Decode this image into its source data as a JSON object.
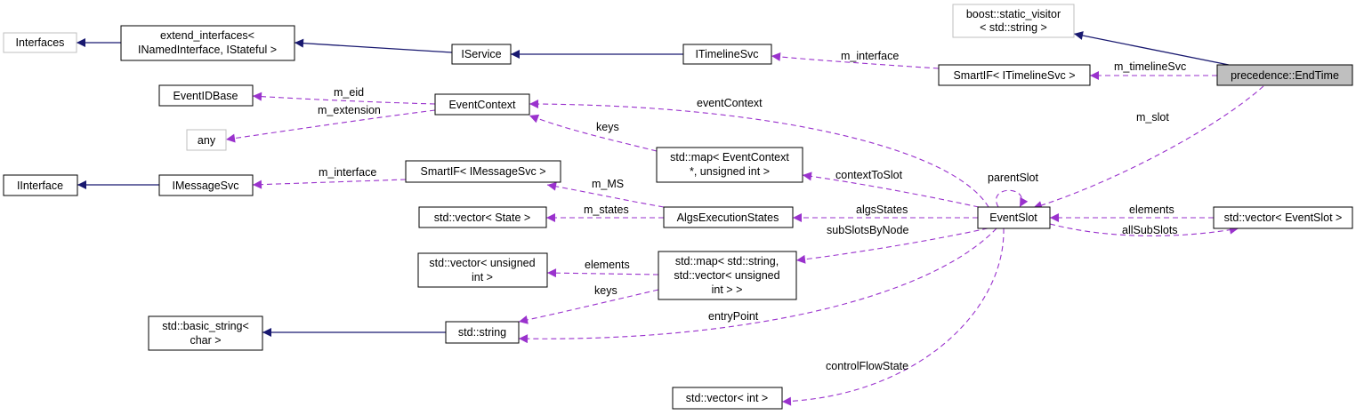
{
  "colors": {
    "inheritance_edge": "#191970",
    "usage_edge": "#9a32cd",
    "focus_node_fill": "#bfbfbf",
    "external_node_border": "#bfbfbf"
  },
  "nodes": {
    "boost_static_visitor": [
      "boost::static_visitor",
      "< std::string >"
    ],
    "interfaces": [
      "Interfaces"
    ],
    "extend_interfaces": [
      "extend_interfaces<",
      "INamedInterface, IStateful >"
    ],
    "iservice": [
      "IService"
    ],
    "itimelinesvc": [
      "ITimelineSvc"
    ],
    "smartif_itimelinesvc": [
      "SmartIF< ITimelineSvc >"
    ],
    "endtime": [
      "precedence::EndTime"
    ],
    "eventidbase": [
      "EventIDBase"
    ],
    "eventcontext": [
      "EventContext"
    ],
    "any": [
      "any"
    ],
    "iinterface": [
      "IInterface"
    ],
    "imessagesvc": [
      "IMessageSvc"
    ],
    "smartif_imessagesvc": [
      "SmartIF< IMessageSvc >"
    ],
    "map_eventcontext": [
      "std::map< EventContext",
      "*, unsigned int >"
    ],
    "vector_state": [
      "std::vector< State >"
    ],
    "algsexecutionstates": [
      "AlgsExecutionStates"
    ],
    "eventslot": [
      "EventSlot"
    ],
    "vector_eventslot": [
      "std::vector< EventSlot >"
    ],
    "vector_unsigned": [
      "std::vector< unsigned",
      "int >"
    ],
    "map_string_vector": [
      "std::map< std::string,",
      "std::vector< unsigned",
      "int > >"
    ],
    "basic_string": [
      "std::basic_string<",
      "char >"
    ],
    "std_string": [
      "std::string"
    ],
    "vector_int": [
      "std::vector< int >"
    ]
  },
  "edge_labels": {
    "m_interface_timeline": "m_interface",
    "m_timelinesvc": "m_timelineSvc",
    "m_eid": "m_eid",
    "m_extension": "m_extension",
    "eventcontext": "eventContext",
    "keys_map": "keys",
    "m_slot": "m_slot",
    "m_interface_msg": "m_interface",
    "parentslot": "parentSlot",
    "contexttoslot": "contextToSlot",
    "m_ms": "m_MS",
    "m_states": "m_states",
    "algsstates": "algsStates",
    "elements_slot": "elements",
    "allsubslots": "allSubSlots",
    "subslotsbynode": "subSlotsByNode",
    "elements_unsigned": "elements",
    "keys_string": "keys",
    "entrypoint": "entryPoint",
    "controlflowstate": "controlFlowState"
  }
}
